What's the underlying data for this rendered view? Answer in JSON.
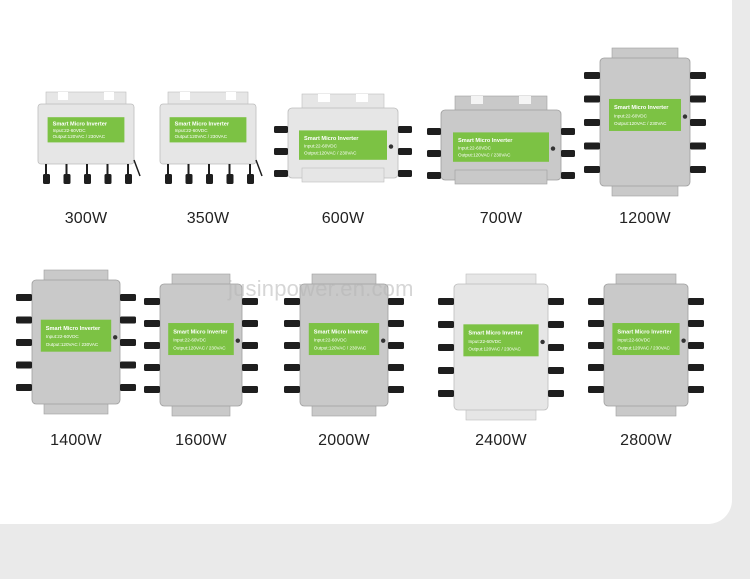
{
  "watermark": "jusinpower.en.com",
  "device_text": {
    "title": "Smart Micro Inverter",
    "input": "Input:22-60VDC",
    "output": "Output:120VAC / 230VAC"
  },
  "colors": {
    "label_green": "#7cc244",
    "housing_light": "#e6e6e6",
    "housing_mid": "#c9c9c9",
    "housing_dark": "#9f9f9f",
    "connector": "#1e1e1e"
  },
  "products": [
    {
      "label": "300W"
    },
    {
      "label": "350W"
    },
    {
      "label": "600W"
    },
    {
      "label": "700W"
    },
    {
      "label": "1200W"
    },
    {
      "label": "1400W"
    },
    {
      "label": "1600W"
    },
    {
      "label": "2000W"
    },
    {
      "label": "2400W"
    },
    {
      "label": "2800W"
    }
  ]
}
